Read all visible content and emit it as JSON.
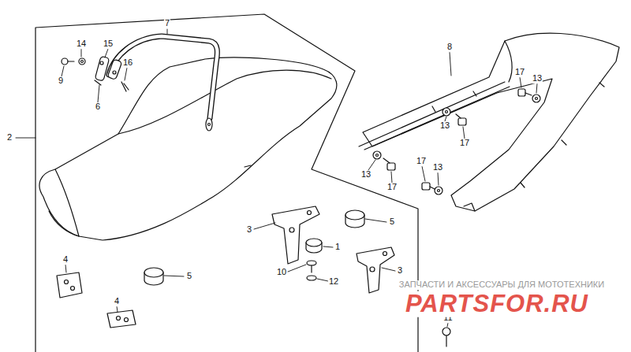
{
  "diagram": {
    "labels": [
      "7",
      "14",
      "15",
      "8",
      "9",
      "16",
      "6",
      "17",
      "13",
      "2",
      "13",
      "17",
      "13",
      "17",
      "17",
      "13",
      "3",
      "5",
      "1",
      "4",
      "10",
      "5",
      "12",
      "3",
      "4",
      "11",
      "ЗАПЧАСТИ И АКСЕССУАРЫ ДЛЯ МОТОТЕХНИКИ",
      "PARTSFOR.RU"
    ]
  }
}
